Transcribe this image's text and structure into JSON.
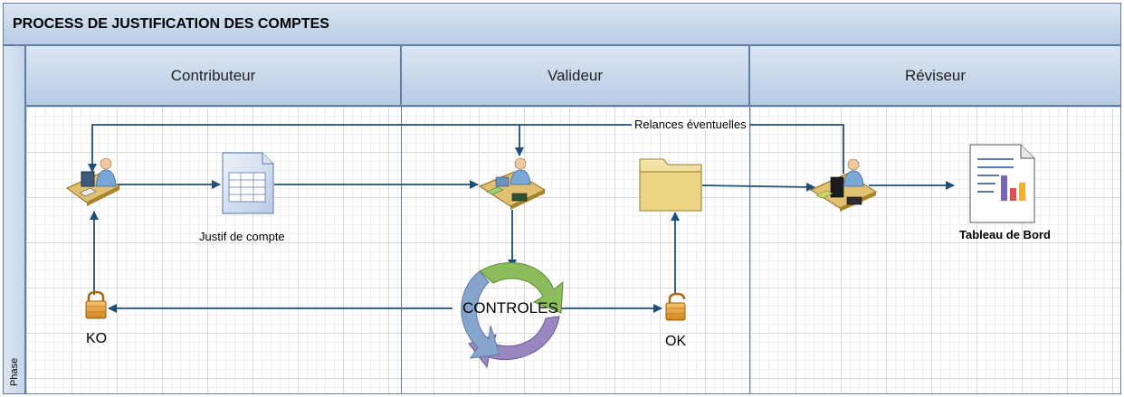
{
  "diagram": {
    "title": "PROCESS DE JUSTIFICATION DES COMPTES",
    "phase_label": "Phase",
    "lanes": [
      {
        "label": "Contributeur"
      },
      {
        "label": "Valideur"
      },
      {
        "label": "Réviseur"
      }
    ],
    "nodes": {
      "justif": "Justif de compte",
      "controles": "CONTROLES",
      "ko": "KO",
      "ok": "OK",
      "tableau": "Tableau de Bord"
    },
    "edges": {
      "relances": "Relances éventuelles"
    },
    "colors": {
      "connector": "#1f4e79",
      "lane_header": "#c6d6ea",
      "cycle_green": "#8cbc5b",
      "cycle_purple": "#9a87c0",
      "cycle_blue": "#86a5cc",
      "lock": "#e8a33d",
      "folder": "#e9cf7c"
    }
  }
}
